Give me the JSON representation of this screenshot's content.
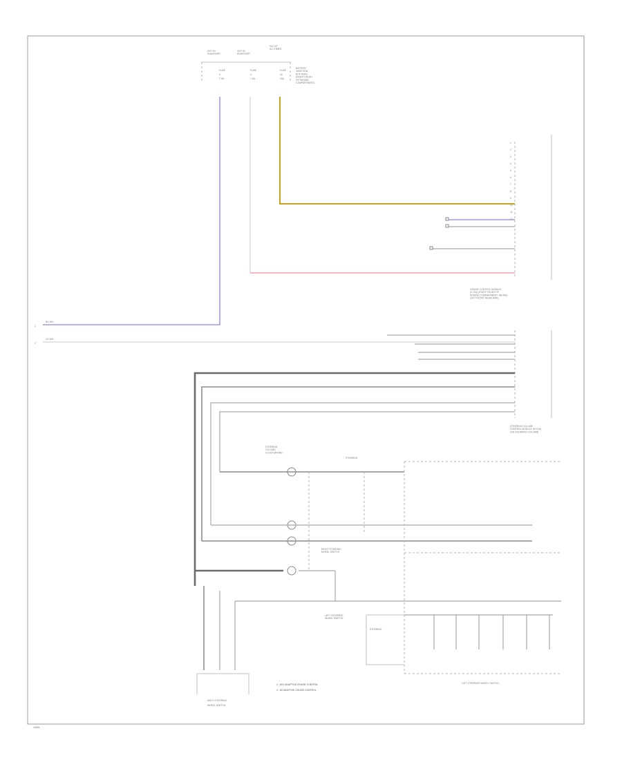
{
  "fuses": [
    {
      "header": "HOT IN\nRUN/START",
      "name": "FUSE",
      "number": "5",
      "rating": "7.5A"
    },
    {
      "header": "HOT IN\nRUN/START",
      "name": "FUSE",
      "number": "4",
      "rating": "7.5A"
    },
    {
      "header": "HOT AT\nALL TIMES",
      "name": "FUSE",
      "number": "16",
      "rating": "15A"
    }
  ],
  "fuse_box_label": "BATTERY\nJUNCTION\nBOX (BJB)\n(RIGHT FRONT\nOF ENGINE\nCOMPARTMENT)",
  "modules": {
    "cruise_control_module": "CRUISE CONTROL MODULE\n(C-CM) (RIGHT FRONT OF\nENGINE COMPARTMENT, BEHIND\nLEFT FRONT HEADLAMP)",
    "steering_column_control": "STEERING COLUMN\nCONTROL MODULE (SCCM)\n(ON STEERING COLUMN)",
    "clockspring": "STEERING\nCOLUMN\nCLOCKSPRING",
    "left_switch": "LEFT STEERING\nWHEEL SWITCH",
    "right_switch": "RIGHT STEERING\nWHEEL SWITCH",
    "left_wheel_switches": "LEFT STEERING WHEEL SWITCH"
  },
  "wire_labels": {
    "blue_terminal": "BU-WH",
    "gray_terminal": "GY-WH"
  },
  "pins": [
    "1",
    "2",
    "3",
    "4",
    "5",
    "6",
    "7",
    "8",
    "9",
    "10",
    "11",
    "12"
  ],
  "legend": [
    "1 : W/O ADAPTIVE CRUISE CONTROL",
    "2 : W/ ADAPTIVE CRUISE CONTROL"
  ],
  "footer_code": "44836"
}
